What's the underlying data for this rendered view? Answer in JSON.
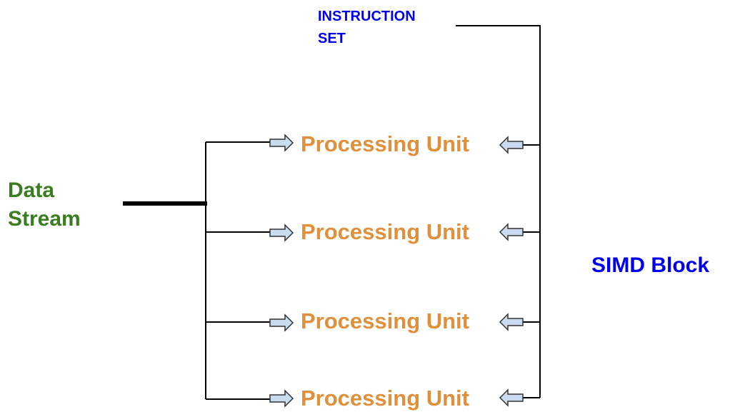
{
  "diagram": {
    "instruction_set_line1": "INSTRUCTION",
    "instruction_set_line2": "SET",
    "data_stream_line1": "Data",
    "data_stream_line2": "Stream",
    "block_label": "SIMD Block",
    "processing_units": [
      "Processing Unit",
      "Processing Unit",
      "Processing Unit",
      "Processing Unit"
    ],
    "colors": {
      "instruction_text": "#0000ee",
      "data_stream_text": "#3a7d1e",
      "processing_unit_text": "#e0903a",
      "arrow_fill": "#c9dcef",
      "arrow_stroke": "#333333",
      "wire": "#000000"
    }
  }
}
